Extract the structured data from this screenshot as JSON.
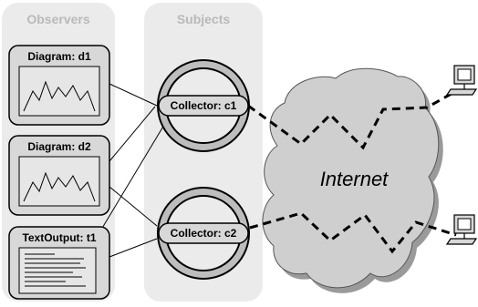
{
  "columns": {
    "observers_label": "Observers",
    "subjects_label": "Subjects"
  },
  "observers": [
    {
      "title": "Diagram: d1",
      "kind": "diagram"
    },
    {
      "title": "Diagram: d2",
      "kind": "diagram"
    },
    {
      "title": "TextOutput: t1",
      "kind": "text"
    }
  ],
  "subjects": [
    {
      "title": "Collector: c1"
    },
    {
      "title": "Collector: c2"
    }
  ],
  "cloud": {
    "label": "Internet"
  },
  "colors": {
    "panel_bg": "#ebebeb",
    "card_bg": "#d8d8d8",
    "ring": "#bdbdbd",
    "cloud_fill": "#cfcfcf",
    "cloud_shadow": "#9a9a9a"
  }
}
